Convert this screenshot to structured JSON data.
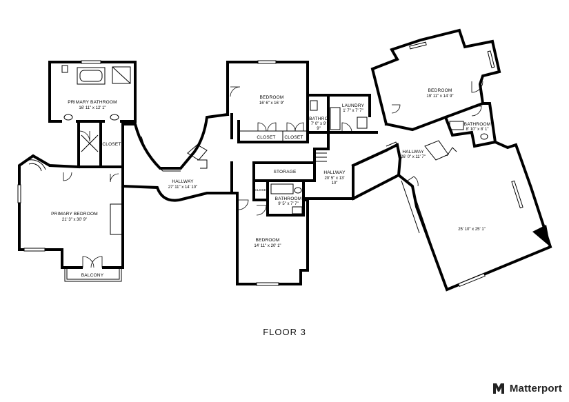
{
  "floor_label": "FLOOR 3",
  "brand": {
    "name": "Matterport",
    "icon": "matterport-logo"
  },
  "rooms": [
    {
      "name": "PRIMARY BATHROOM",
      "dims": "16' 11\" x 12' 1\""
    },
    {
      "name": "CLOSET",
      "dims": ""
    },
    {
      "name": "PRIMARY BEDROOM",
      "dims": "21' 3\" x 30' 9\""
    },
    {
      "name": "BALCONY",
      "dims": ""
    },
    {
      "name": "HALLWAY",
      "dims": "27' 11\" x 14' 10\""
    },
    {
      "name": "BEDROOM",
      "dims": "16' 6\" x 16' 9\""
    },
    {
      "name": "CLOSET",
      "dims": ""
    },
    {
      "name": "CLOSET",
      "dims": ""
    },
    {
      "name": "BATHRO",
      "dims": "7' 0\" x 9'"
    },
    {
      "name": "LAUNDRY",
      "dims": "1' 7\" x 7' 7\""
    },
    {
      "name": "STORAGE",
      "dims": ""
    },
    {
      "name": "CLOSET",
      "dims": ""
    },
    {
      "name": "BATHROOM",
      "dims": "9' 5\" x 7' 7\""
    },
    {
      "name": "HALLWAY",
      "dims": "20' 5\" x 13'"
    },
    {
      "name": "BEDROOM",
      "dims": "14' 11\" x 20' 1\""
    },
    {
      "name": "BEDROOM",
      "dims": "19' 11\" x 14' 9\""
    },
    {
      "name": "BATHROOM",
      "dims": "8' 10\" x 8' 1\""
    },
    {
      "name": "HALLWAY",
      "dims": "26' 0\" x 11' 7\""
    },
    {
      "name": "",
      "dims": "25' 10\" x 25' 1\""
    }
  ],
  "dim_extra": {
    "bathro_line3": "9\"",
    "hallway2_line3": "10\""
  }
}
